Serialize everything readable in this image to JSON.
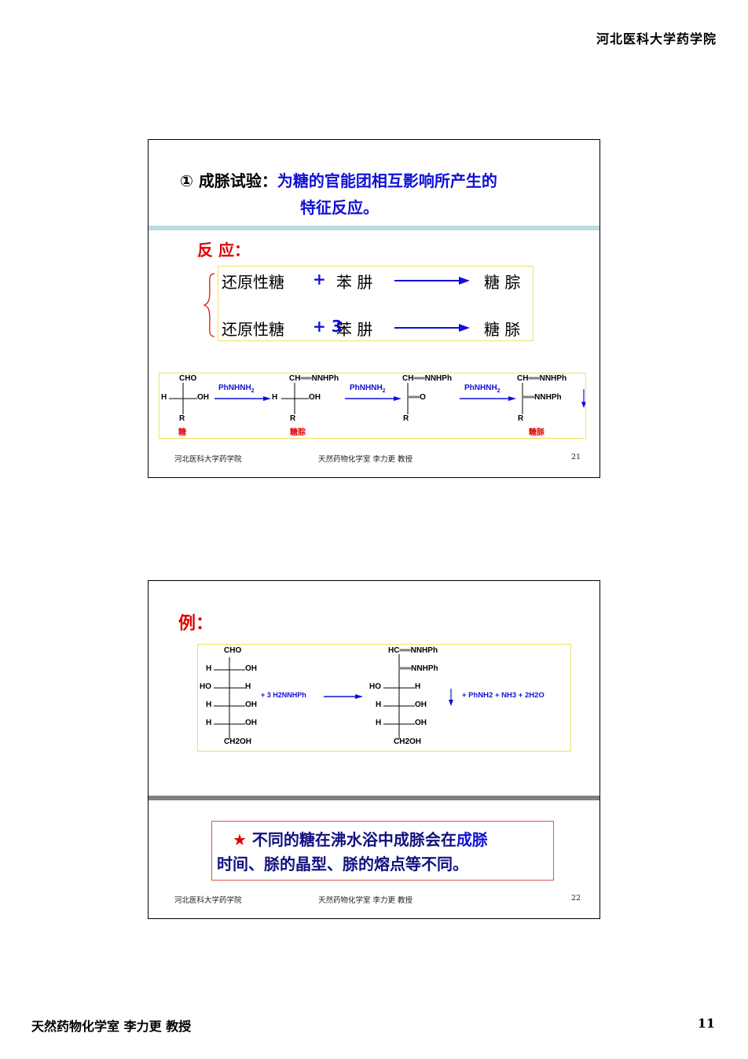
{
  "header": {
    "school": "河北医科大学药学院"
  },
  "slide1": {
    "title_prefix": "① 成脎试验：",
    "title_line1": "为糖的官能团相互影响所产生的",
    "title_line2": "特征反应。",
    "reaction_label": "反 应：",
    "row1": {
      "reactant": "还原性糖",
      "plus": "+",
      "reagent": "苯 肼",
      "product": "糖 腙"
    },
    "row2": {
      "reactant": "还原性糖",
      "plus": "+ 3",
      "reagent": "苯 肼",
      "product": "糖 脎"
    },
    "scheme": {
      "cho": "CHO",
      "h": "H",
      "oh": "OH",
      "r": "R",
      "ch_nnhph": "CH══NNHPh",
      "reagent": "PhNHNH",
      "sub2": "2",
      "eq_o": "══O",
      "eq_nnhph": "══NNHPh",
      "label_sugar": "糖",
      "label_hydrazone": "糖腙",
      "label_osazone": "糖脎"
    },
    "footer": {
      "left": "河北医科大学药学院",
      "center": "天然药物化学室 李力更 教授",
      "page": "21"
    }
  },
  "slide2": {
    "example_label": "例：",
    "scheme": {
      "cho": "CHO",
      "h": "H",
      "oh": "OH",
      "ho": "HO",
      "ch2oh": "CH2OH",
      "hc_nnhph": "HC══NNHPh",
      "eq_nnhph": "══NNHPh",
      "reagent": "+ 3 H2NNHPh",
      "byproducts": "+ PhNH2 +  NH3 + 2H2O"
    },
    "note_star": "★",
    "note_line1_a": " 不同的糖在沸水浴中成脎会在",
    "note_line1_b": "成脎",
    "note_line2": "时间、脎的晶型、脎的熔点等不同。",
    "footer": {
      "left": "河北医科大学药学院",
      "center": "天然药物化学室 李力更 教授",
      "page": "22"
    }
  },
  "page_footer": {
    "left": "天然药物化学室 李力更 教授",
    "page": "11"
  },
  "colors": {
    "blue": "#1010d8",
    "red": "#e00000",
    "slide1_band": "#b8dce0",
    "slide2_band": "#808080",
    "box_border": "#f0e060",
    "note_border": "#e05050"
  }
}
